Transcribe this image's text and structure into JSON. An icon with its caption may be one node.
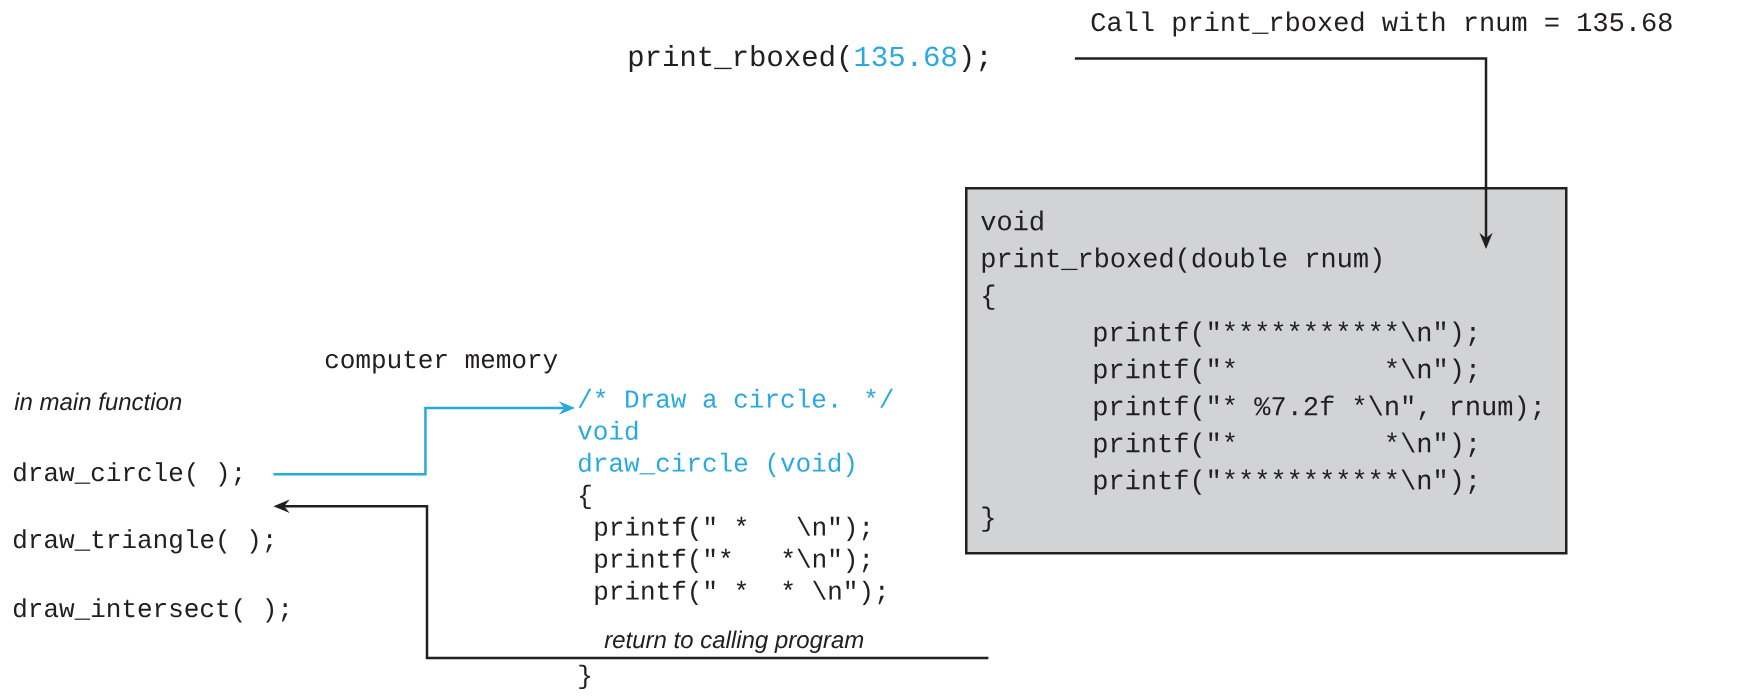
{
  "diagram": {
    "nodes": [
      {
        "text": [
          "print_rboxed(",
          "135.68",
          ");"
        ]
      },
      {
        "text": [
          "void",
          "print_rboxed(double rnum)",
          "{",
          "printf(\"***********\\n\");",
          "printf(\"*         *\\n\");",
          "printf(\"* %7.2f *\\n\", rnum);",
          "printf(\"*         *\\n\");",
          "printf(\"***********\\n\");",
          "}"
        ]
      },
      {
        "text": [
          "draw_circle( );"
        ]
      },
      {
        "text": [
          "/* Draw a circle. */",
          "void",
          "draw_circle (void)",
          "{",
          "printf(\" *   \\n\");",
          "printf(\"*   *\\n\");",
          "printf(\" *  * \\n\");",
          "}"
        ]
      }
    ],
    "edges": [
      {
        "from": 0,
        "to": 1,
        "arrow": "to",
        "label": "Call print_rboxed with rnum = 135.68"
      },
      {
        "from": 2,
        "to": 3,
        "arrow": "to",
        "color": "#29a9e1"
      },
      {
        "from": 3,
        "to": 2,
        "arrow": "to",
        "label": "return to calling program"
      }
    ],
    "labels": [
      "computer memory",
      "in main function",
      "draw_triangle( );",
      "draw_intersect( );"
    ]
  }
}
